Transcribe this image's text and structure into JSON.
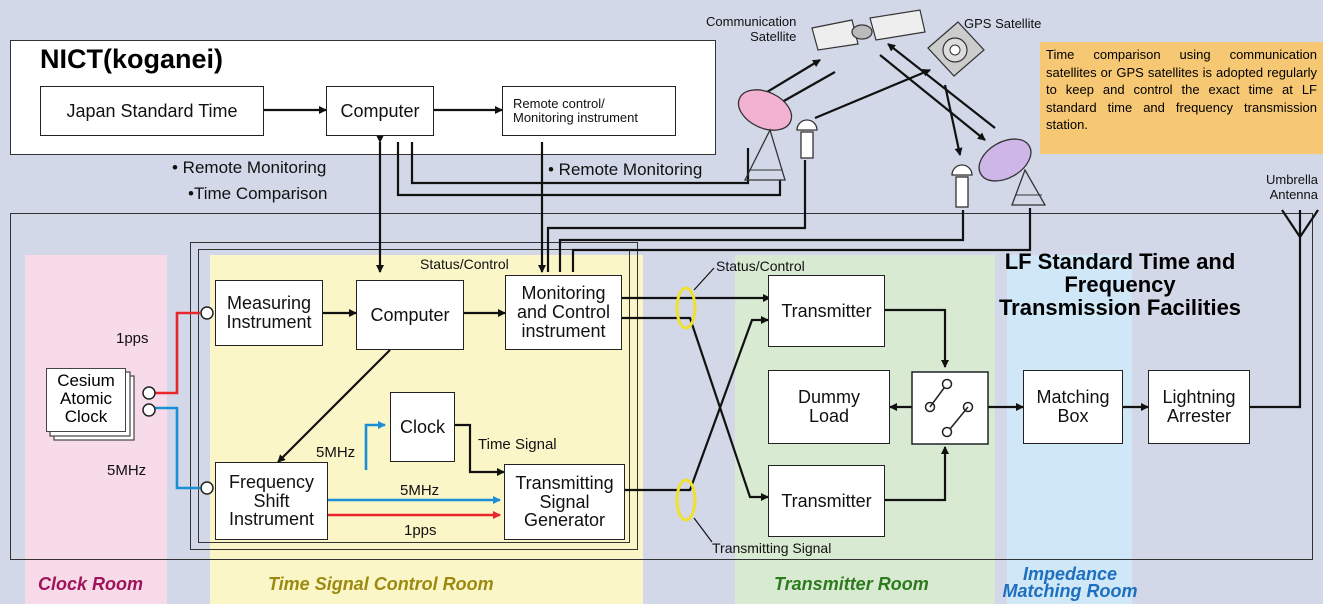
{
  "title": {
    "nict": "NICT(koganei)",
    "facility_line1": "LF Standard Time and",
    "facility_line2": "Frequency",
    "facility_line3": "Transmission Facilities"
  },
  "nict": {
    "jst": "Japan Standard Time",
    "computer": "Computer",
    "remote_line1": "Remote control/",
    "remote_line2": "Monitoring instrument"
  },
  "labels": {
    "remote_monitoring_left": "• Remote Monitoring",
    "time_comparison": "•Time Comparison",
    "remote_monitoring_right": "• Remote Monitoring",
    "comm_sat_line1": "Communication",
    "comm_sat_line2": "Satellite",
    "gps_sat": "GPS Satellite",
    "umbrella_line1": "Umbrella",
    "umbrella_line2": "Antenna",
    "status_control_inner": "Status/Control",
    "status_control_outer": "Status/Control",
    "transmitting_signal": "Transmitting Signal",
    "pps_left": "1pps",
    "mhz_left": "5MHz",
    "mhz_clock": "5MHz",
    "time_signal": "Time Signal",
    "mhz_gen": "5MHz",
    "pps_gen": "1pps"
  },
  "note": "Time comparison using communication satellites or GPS satellites is adopted regularly to keep and control the exact time at LF standard time and frequency transmission station.",
  "boxes": {
    "cesium_1": "Cesium",
    "cesium_2": "Atomic",
    "cesium_3": "Clock",
    "measuring_1": "Measuring",
    "measuring_2": "Instrument",
    "computer": "Computer",
    "monitoring_1": "Monitoring",
    "monitoring_2": "and Control",
    "monitoring_3": "instrument",
    "clock": "Clock",
    "freq_1": "Frequency",
    "freq_2": "Shift",
    "freq_3": "Instrument",
    "gen_1": "Transmitting",
    "gen_2": "Signal",
    "gen_3": "Generator",
    "transmitter_top": "Transmitter",
    "transmitter_bottom": "Transmitter",
    "dummy_1": "Dummy",
    "dummy_2": "Load",
    "matching_1": "Matching",
    "matching_2": "Box",
    "arrester_1": "Lightning",
    "arrester_2": "Arrester"
  },
  "rooms": {
    "clock": "Clock Room",
    "time_signal": "Time Signal Control Room",
    "transmitter": "Transmitter Room",
    "impedance_1": "Impedance",
    "impedance_2": "Matching Room"
  },
  "colors": {
    "background": "#d2d8e8",
    "clock_room": "#f7dbe8",
    "time_signal_room": "#fbf6c8",
    "transmitter_room": "#d8ebd2",
    "impedance_room": "#cfe7f7",
    "note_bg": "#f7c874",
    "red_line": "#e8262b",
    "blue_line": "#1a8fd6",
    "yellow_ring": "#f0e030",
    "room_clock_text": "#a0125a",
    "room_time_text": "#9c8a10",
    "room_transmitter_text": "#2e7a1e",
    "room_impedance_text": "#1f6fbf"
  }
}
